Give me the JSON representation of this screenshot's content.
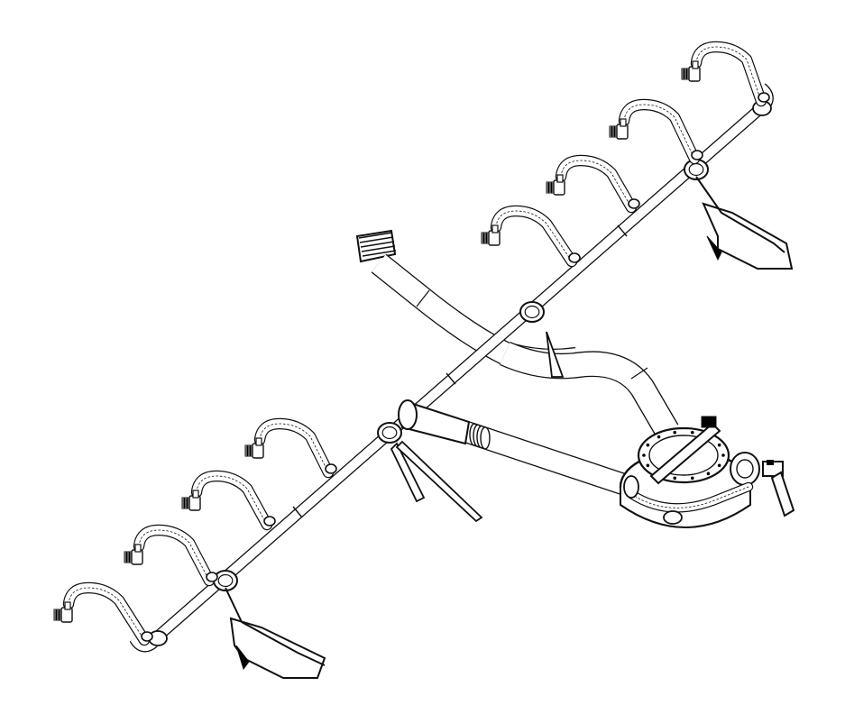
{
  "drawing": {
    "subject": "spray-boom-assembly",
    "style": "line-art",
    "colors": {
      "background": "#ffffff",
      "line": "#111111",
      "fill": "#ffffff",
      "shade": "#000000"
    },
    "counts": {
      "nozzle_arms_upper": 4,
      "nozzle_arms_lower": 4,
      "support_feet": 3
    }
  }
}
